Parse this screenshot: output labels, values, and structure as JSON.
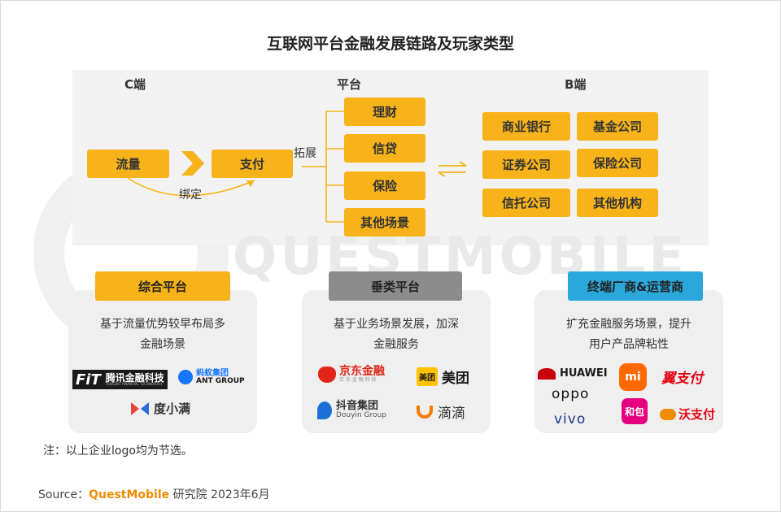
{
  "title": "互联网平台金融发展链路及玩家类型",
  "headers": {
    "c_end": "C端",
    "platform": "平台",
    "b_end": "B端"
  },
  "c_side": {
    "traffic": "流量",
    "payment": "支付",
    "bind": "绑定",
    "expand": "拓展"
  },
  "platform_items": [
    "理财",
    "信贷",
    "保险",
    "其他场景"
  ],
  "b_items": [
    "商业银行",
    "基金公司",
    "证券公司",
    "保险公司",
    "信托公司",
    "其他机构"
  ],
  "watermark": "QUESTMOBILE",
  "cards": [
    {
      "tag": "综合平台",
      "tag_color": "#f7b319",
      "desc_line1": "基于流量优势较早布局多",
      "desc_line2": "金融场景"
    },
    {
      "tag": "垂类平台",
      "tag_color": "#8c8c8c",
      "desc_line1": "基于业务场景发展，加深",
      "desc_line2": "金融服务"
    },
    {
      "tag": "终端厂商&运营商",
      "tag_color": "#2aa8dc",
      "desc_line1": "扩充金融服务场景，提升",
      "desc_line2": "用户产品牌粘性"
    }
  ],
  "logos": {
    "fit_mark": "FiT",
    "fit_name": "腾讯金融科技",
    "fit_sub": "TENCENT FINANCIAL TECHNOLOGY",
    "ant_cn": "蚂蚁集团",
    "ant_en": "ANT GROUP",
    "duxiaoman": "度小满",
    "jd": "京东金融",
    "jd_sub": "京 东 金 融 科 技",
    "meituan_mark": "美团",
    "meituan": "美团",
    "douyin": "抖音集团",
    "douyin_en": "Douyin Group",
    "didi": "滴滴",
    "huawei": "HUAWEI",
    "xiaomi": "mi",
    "yipay": "翼支付",
    "oppo": "oppo",
    "hebao": "和包",
    "vivo": "vivo",
    "wopay": "沃支付"
  },
  "note": "注：以上企业logo均为节选。",
  "source": {
    "label": "Source：",
    "brand": "QuestMobile",
    "rest": " 研究院 2023年6月"
  },
  "colors": {
    "box": "#f7b319",
    "panel": "#f2f2f2",
    "card": "#efefef",
    "huawei": "#c7000b",
    "xiaomi": "#ff6900",
    "yipay": "#e60012"
  }
}
